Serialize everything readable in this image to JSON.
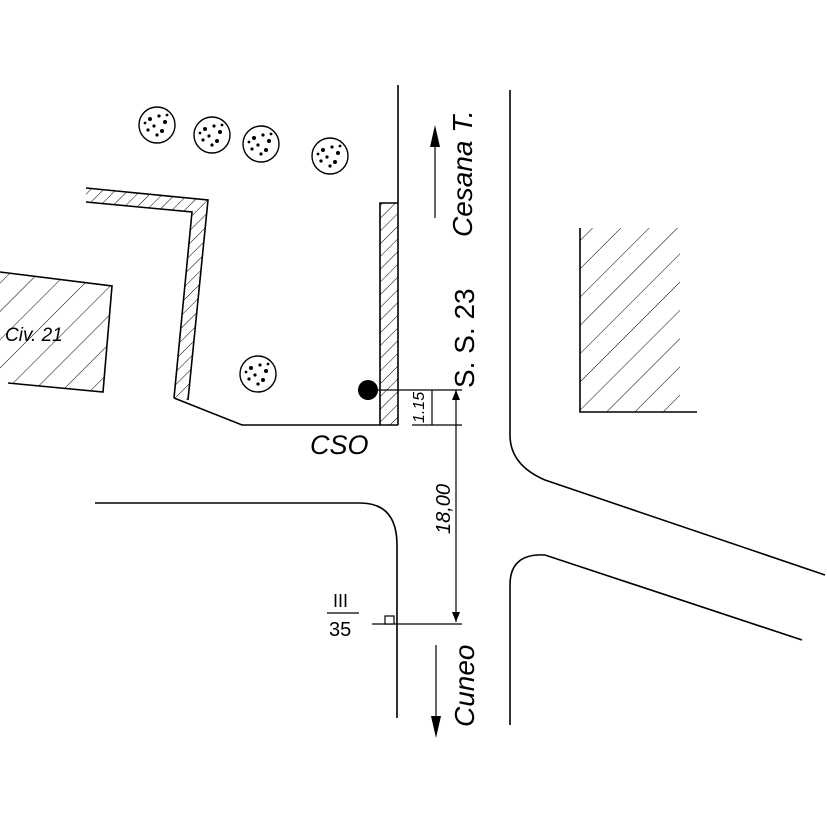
{
  "labels": {
    "road_north": "Cesana T.",
    "road_name": "S. S. 23",
    "road_south": "Cuneo",
    "building": "Civ. 21",
    "point": "CSO",
    "dim_small": "1.15",
    "dim_large": "18,00",
    "km_top": "III",
    "km_bottom": "35"
  },
  "colors": {
    "ink": "#000000",
    "background": "#ffffff"
  }
}
